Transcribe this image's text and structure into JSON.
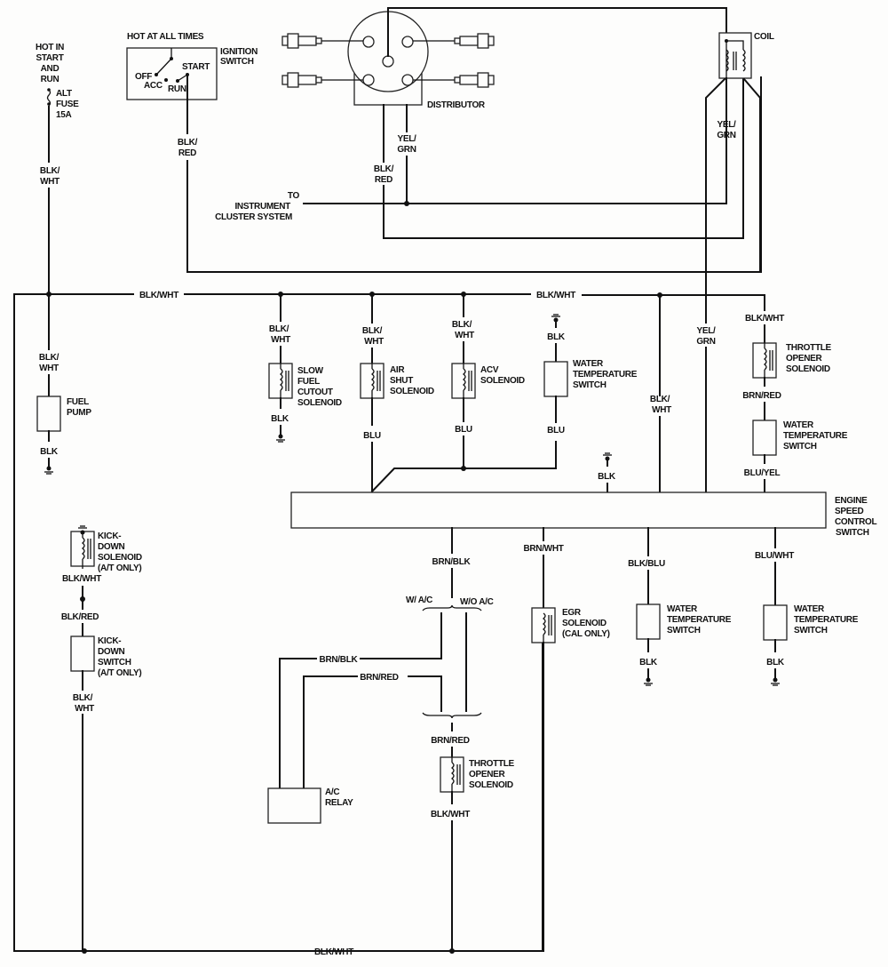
{
  "diagram": {
    "power": {
      "hot_in_start_run": [
        "HOT IN",
        "START",
        "AND",
        "RUN"
      ],
      "fuse": [
        "ALT",
        "FUSE",
        "15A"
      ],
      "hot_at_all_times": "HOT AT ALL TIMES"
    },
    "ignition_switch": {
      "name": [
        "IGNITION",
        "SWITCH"
      ],
      "positions": {
        "off": "OFF",
        "acc": "ACC",
        "run": "RUN",
        "start": "START"
      }
    },
    "distributor": {
      "name": "DISTRIBUTOR"
    },
    "coil": {
      "name": "COIL"
    },
    "instrument_cluster": [
      "TO",
      "INSTRUMENT",
      "CLUSTER SYSTEM"
    ],
    "components": {
      "fuel_pump": [
        "FUEL",
        "PUMP"
      ],
      "slow_fuel_cutout": [
        "SLOW",
        "FUEL",
        "CUTOUT",
        "SOLENOID"
      ],
      "air_shut": [
        "AIR",
        "SHUT",
        "SOLENOID"
      ],
      "acv": [
        "ACV",
        "SOLENOID"
      ],
      "water_temp_1": [
        "WATER",
        "TEMPERATURE",
        "SWITCH"
      ],
      "throttle_opener_1": [
        "THROTTLE",
        "OPENER",
        "SOLENOID"
      ],
      "water_temp_2": [
        "WATER",
        "TEMPERATURE",
        "SWITCH"
      ],
      "engine_speed_control": [
        "ENGINE",
        "SPEED",
        "CONTROL",
        "SWITCH"
      ],
      "kickdown_solenoid": [
        "KICK-",
        "DOWN",
        "SOLENOID",
        "(A/T ONLY)"
      ],
      "kickdown_switch": [
        "KICK-",
        "DOWN",
        "SWITCH",
        "(A/T ONLY)"
      ],
      "ac_relay": [
        "A/C",
        "RELAY"
      ],
      "throttle_opener_2": [
        "THROTTLE",
        "OPENER",
        "SOLENOID"
      ],
      "egr": [
        "EGR",
        "SOLENOID",
        "(CAL ONLY)"
      ],
      "water_temp_3": [
        "WATER",
        "TEMPERATURE",
        "SWITCH"
      ],
      "water_temp_4": [
        "WATER",
        "TEMPERATURE",
        "SWITCH"
      ]
    },
    "options": {
      "with_ac": "W/  A/C",
      "without_ac": "W/O  A/C"
    },
    "wires": {
      "blk_wht": "BLK/WHT",
      "blk_wht_split": [
        "BLK/",
        "WHT"
      ],
      "blk_red_split": [
        "BLK/",
        "RED"
      ],
      "yel_grn_split": [
        "YEL/",
        "GRN"
      ],
      "blk": "BLK",
      "blu": "BLU",
      "brn_red": "BRN/RED",
      "blu_yel": "BLU/YEL",
      "brn_blk": "BRN/BLK",
      "brn_wht": "BRN/WHT",
      "blk_blu": "BLK/BLU",
      "blu_wht": "BLU/WHT",
      "blk_red": "BLK/RED"
    }
  }
}
